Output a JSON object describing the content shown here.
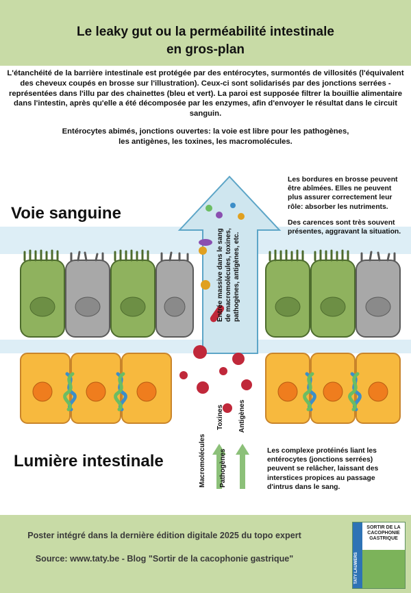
{
  "header": {
    "title_line1": "Le leaky gut ou la perméabilité intestinale",
    "title_line2": "en gros-plan"
  },
  "intro": {
    "paragraph1": "L'étanchéité de la barrière intestinale est protégée par des entérocytes, surmontés de villosités (l'équivalent des cheveux coupés en brosse sur l'illustration). Ceux-ci sont solidarisés par des jonctions serrées - représentées dans l'illu par des chainettes (bleu et vert). La paroi est supposée filtrer la bouillie alimentaire dans l'intestin, après qu'elle a été décomposée par les enzymes, afin d'envoyer le résultat dans le circuit sanguin.",
    "paragraph2_line1": "Entérocytes abimés, jonctions ouvertes: la voie est libre pour les pathogènes,",
    "paragraph2_line2": "les antigènes, les toxines, les macromolécules."
  },
  "labels": {
    "voie_sanguine": "Voie sanguine",
    "lumiere_intestinale": "Lumière intestinale"
  },
  "notes": {
    "top_right_p1": "Les bordures en brosse peuvent être abîmées. Elles ne peuvent plus assurer correctement leur rôle: absorber les nutriments.",
    "top_right_p2": "Des carences sont très souvent présentes, aggravant la situation.",
    "bottom_right": "Les complexe protéinés liant les entérocytes (jonctions serrées) peuvent se relâcher, laissant des interstices propices au passage d'intrus dans le sang."
  },
  "arrow_text": "Entrée massive dans le sang de macromolécules, toxines, pathogènes, antigènes, etc.",
  "intruders": {
    "macromolecules": "Macromolécules",
    "toxines": "Toxines",
    "pathogenes": "Pathogènes",
    "antigenes": "Antigènes"
  },
  "footer": {
    "line1": "Poster intégré dans la dernière édition digitale 2025 du topo expert",
    "line2": "Source: www.taty.be - Blog \"Sortir de la cacophonie gastrique\""
  },
  "book": {
    "title": "SORTIR DE LA CACOPHONIE GASTRIQUE",
    "author": "TATY LAUWERS"
  },
  "colors": {
    "header_bg": "#c8dba6",
    "healthy_cell": "#8fb25e",
    "damaged_cell": "#a8a8a8",
    "enterocyte_lower": "#f7b93e",
    "nucleus_lower": "#ef7d1e",
    "arrow_fill": "#cfe6ef",
    "arrow_stroke": "#5ca5c7",
    "pathogen": "#c0283a",
    "junction_blue": "#3d8ec8",
    "junction_green": "#6bbd63"
  }
}
